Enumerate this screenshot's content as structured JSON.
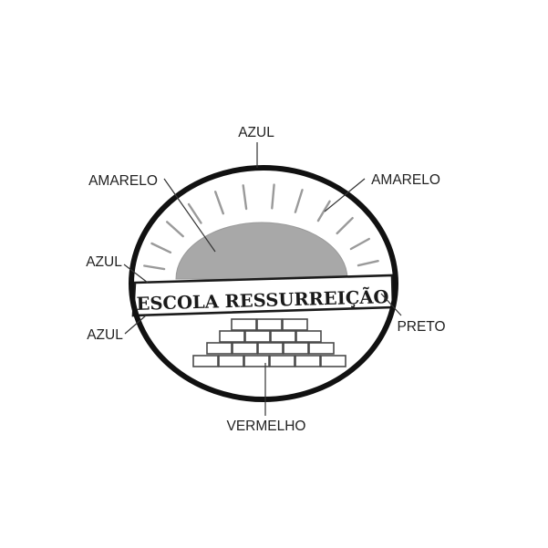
{
  "emblem": {
    "banner_text": "ESCOLA RESSURREIÇÃO"
  },
  "labels": {
    "top": "AZUL",
    "upper_left": "AMARELO",
    "upper_right": "AMARELO",
    "mid_left_upper": "AZUL",
    "mid_left_lower": "AZUL",
    "right": "PRETO",
    "bottom": "VERMELHO"
  },
  "colors": {
    "outline": "#111111",
    "sun_fill": "#a8a8a8",
    "rays": "#9a9a9a",
    "paper": "#ffffff"
  }
}
